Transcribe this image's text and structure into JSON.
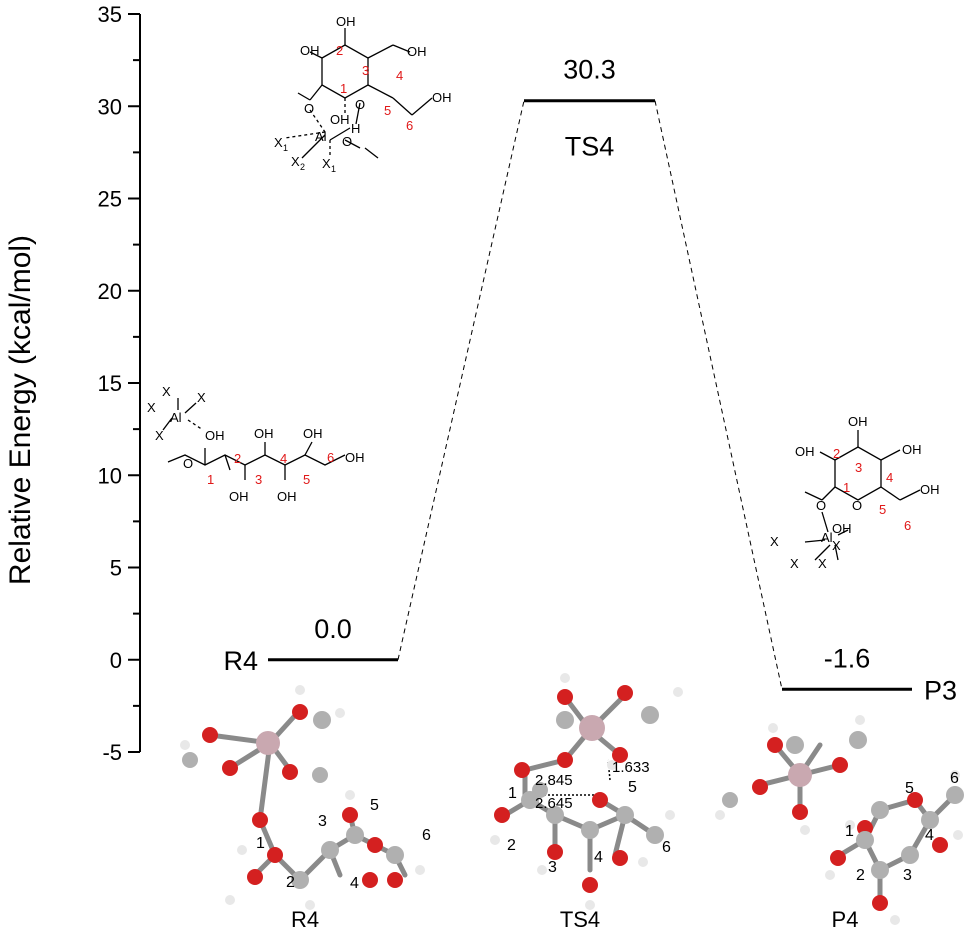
{
  "chart_data": {
    "type": "line",
    "ylabel": "Relative Energy (kcal/mol)",
    "ylim": [
      -5,
      35
    ],
    "yticks": [
      "35",
      "30",
      "25",
      "20",
      "15",
      "10",
      "5",
      "0",
      "-5"
    ],
    "levels": [
      {
        "name": "R4",
        "value": 0.0,
        "value_label": "0.0",
        "side_label": "R4"
      },
      {
        "name": "TS4",
        "value": 30.3,
        "value_label": "30.3",
        "side_label": "TS4"
      },
      {
        "name": "P3",
        "value": -1.6,
        "value_label": "-1.6",
        "side_label": "P3"
      }
    ],
    "connectors": "dashed",
    "structure_labels": [
      "R4",
      "TS4",
      "P4"
    ]
  },
  "schemes": {
    "ts_ring": {
      "oh": "OH",
      "o": "O",
      "h": "H",
      "al": "Al",
      "x1": "X",
      "x2": "X",
      "sub1": "1",
      "sub2": "2",
      "nums": [
        "1",
        "2",
        "3",
        "4",
        "5",
        "6"
      ]
    },
    "open_chain": {
      "oh": "OH",
      "al": "Al",
      "o": "O",
      "nums": [
        "1",
        "2",
        "3",
        "4",
        "5",
        "6"
      ]
    },
    "product_ring": {
      "oh": "OH",
      "o": "O",
      "al": "Al",
      "nums": [
        "1",
        "2",
        "3",
        "4",
        "5",
        "6"
      ]
    }
  },
  "ts_bonds": {
    "b1": "2.845",
    "b2": "2.645",
    "b3": "1.633"
  }
}
